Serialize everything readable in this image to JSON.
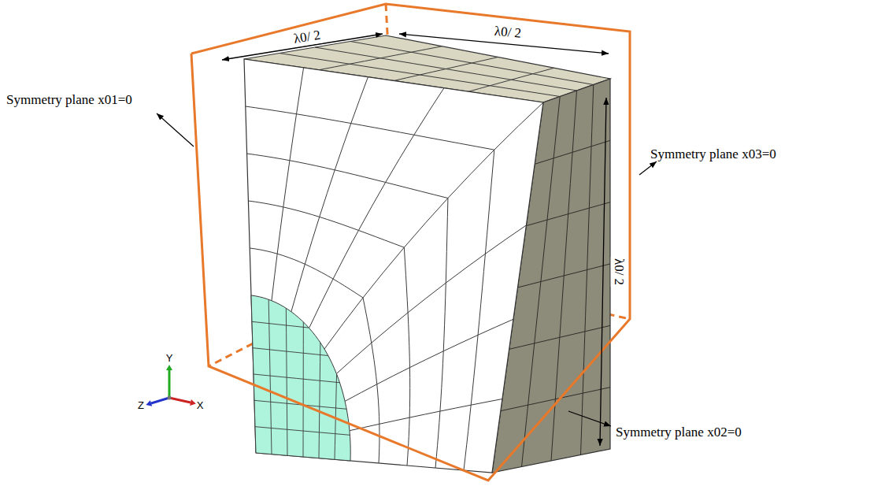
{
  "diagram": {
    "labels": [
      "λ0/ 2",
      "λ0/ 2",
      "Symmetry plane x01=0",
      "λ0/ 2",
      "Symmetry plane x03=0",
      "Y",
      "Z",
      "X",
      "Symmetry plane x02=0"
    ]
  }
}
